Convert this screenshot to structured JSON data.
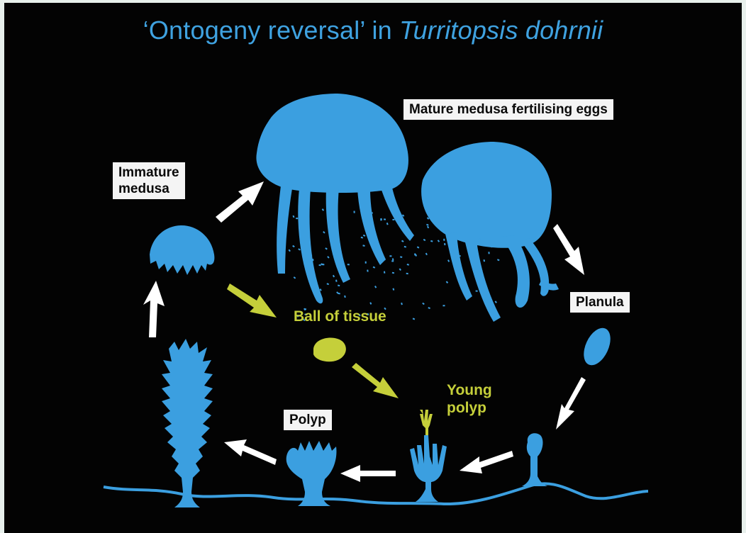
{
  "title": {
    "prefix": "‘Ontogeny reversal’ in ",
    "species": "Turritopsis dohrnii"
  },
  "labels": {
    "mature_medusa": "Mature medusa fertilising eggs",
    "immature_medusa": "Immature\nmedusa",
    "planula": "Planula",
    "polyp": "Polyp",
    "ball_of_tissue": "Ball of tissue",
    "young_polyp": "Young\npolyp"
  },
  "colors": {
    "background": "#030303",
    "organism_blue": "#3b9fe0",
    "reversal_green": "#c5cf3a",
    "arrow_white": "#ffffff",
    "label_box": "#f4f4f4"
  }
}
